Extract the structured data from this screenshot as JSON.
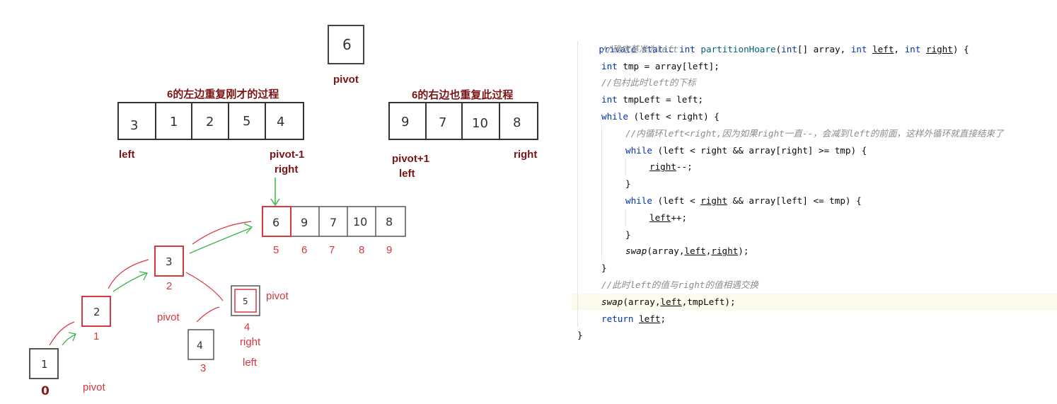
{
  "diagram": {
    "top_box": "6",
    "pivot_top": "pivot",
    "left_title": "6的左边重复刚才的过程",
    "right_title": "6的右边也重复此过程",
    "left_array": [
      "3",
      "1",
      "2",
      "5",
      "4"
    ],
    "right_array": [
      "9",
      "7",
      "10",
      "8"
    ],
    "label_left": "left",
    "label_pivot_minus": "pivot-1",
    "label_right_a": "right",
    "label_pivot_plus": "pivot+1",
    "label_left_b": "left",
    "label_right_b": "right",
    "mid_array": [
      "6",
      "9",
      "7",
      "10",
      "8"
    ],
    "mid_indices": [
      "5",
      "6",
      "7",
      "8",
      "9"
    ],
    "nodes": {
      "n3": "3",
      "n3_idx": "2",
      "n2": "2",
      "n2_idx": "1",
      "n1": "1",
      "n1_idx": "0",
      "n4": "4",
      "n4_idx": "3",
      "n5": "5",
      "n5_idx": "4"
    },
    "pivot_a": "pivot",
    "pivot_b": "pivot",
    "pivot_c": "pivot",
    "right_c": "right",
    "left_c": "left"
  },
  "code": {
    "sig_pre": "private static int ",
    "sig_name": "partitionHoare",
    "sig_a": "(",
    "sig_int1": "int",
    "sig_b": "[] array, ",
    "sig_int2": "int",
    "sig_c": " ",
    "sig_left": "left",
    "sig_d": ", ",
    "sig_int3": "int",
    "sig_e": " ",
    "sig_right": "right",
    "sig_f": ") {",
    "c1": "//确定基准为left",
    "l_tmp_kw": "int",
    "l_tmp": " tmp = array[left];",
    "c2": "//包村此时left的下标",
    "l_tl_kw": "int",
    "l_tl": " tmpLeft = left;",
    "l_while1_kw": "while",
    "l_while1": " (left < right) {",
    "c3": "//内循环left<right,因为如果right一直--，会减到left的前面，这样外循环就直接结束了",
    "l_while2_kw": "while",
    "l_while2": " (left < right && array[right] >= tmp) {",
    "l_rdec_v": "right",
    "l_rdec": "--;",
    "close1": "}",
    "l_while3_kw": "while",
    "l_while3_a": " (left < ",
    "l_while3_v": "right",
    "l_while3_b": " && array[left] <= tmp) {",
    "l_linc_v": "left",
    "l_linc": "++;",
    "close2": "}",
    "l_swap1_fn": "swap",
    "l_swap1_a": "(array,",
    "l_swap1_v1": "left",
    "l_swap1_b": ",",
    "l_swap1_v2": "right",
    "l_swap1_c": ");",
    "close3": "}",
    "c4": "//此时left的值与right的值相遇交换",
    "l_swap2_fn": "swap",
    "l_swap2_a": "(array,",
    "l_swap2_v": "left",
    "l_swap2_b": ",tmpLeft);",
    "l_ret_kw": "return",
    "l_ret_a": " ",
    "l_ret_v": "left",
    "l_ret_b": ";",
    "close4": "}"
  }
}
